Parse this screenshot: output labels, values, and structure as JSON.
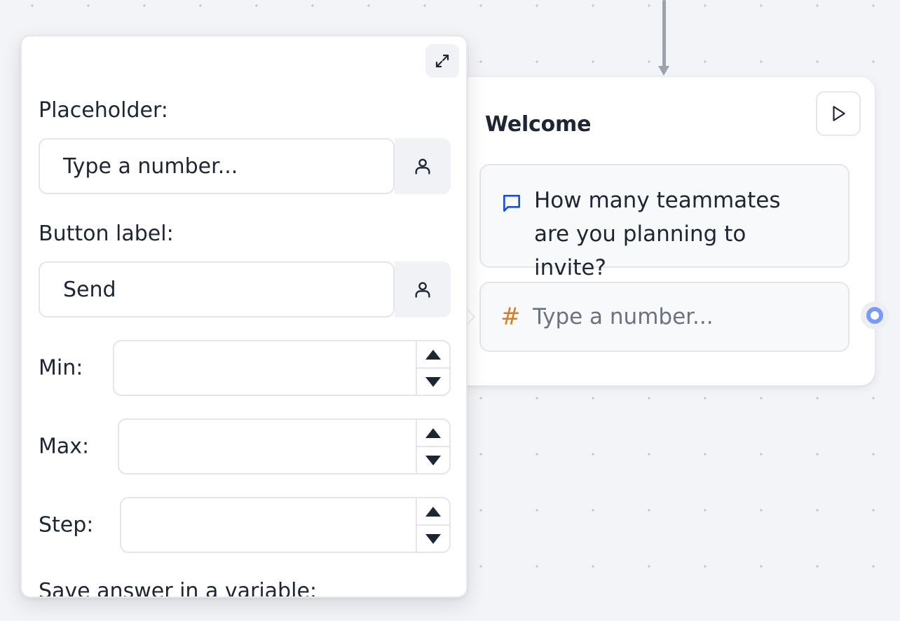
{
  "canvas": {
    "background": "#f3f4f7",
    "dot_color": "#c7ccdb",
    "edge_color": "#9ca3af"
  },
  "settings_panel": {
    "expand_icon": "expand-arrows-icon",
    "placeholder": {
      "label": "Placeholder:",
      "value": "Type a number...",
      "variable_icon": "user-icon"
    },
    "button_label": {
      "label": "Button label:",
      "value": "Send",
      "variable_icon": "user-icon"
    },
    "min": {
      "label": "Min:",
      "value": ""
    },
    "max": {
      "label": "Max:",
      "value": ""
    },
    "step": {
      "label": "Step:",
      "value": ""
    },
    "save_variable": {
      "label": "Save answer in a variable:"
    }
  },
  "group": {
    "title": "Welcome",
    "play_icon": "play-icon",
    "blocks": [
      {
        "type": "text",
        "icon": "chat-bubble-icon",
        "icon_color": "#1d4ed8",
        "text": "How many teammates are you planning to invite?"
      },
      {
        "type": "number-input",
        "icon": "hash-icon",
        "icon_glyph": "#",
        "icon_color": "#e07b1f",
        "placeholder": "Type a number..."
      }
    ],
    "port_color": "#7b98fb"
  }
}
